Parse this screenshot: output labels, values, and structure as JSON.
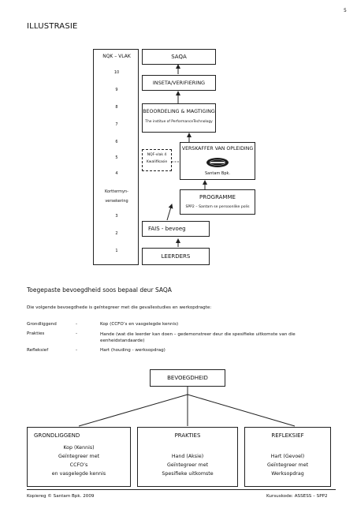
{
  "page": {
    "number": "5",
    "heading": "ILLUSTRASIE",
    "footer_left": "Kopiereg © Santam Bpk. 2009",
    "footer_right": "Kursuskode: ASSESS – SPP2"
  },
  "ladder": {
    "header": "NQK – VLAK",
    "levels": [
      "10",
      "9",
      "8",
      "7",
      "6",
      "5",
      "4"
    ],
    "middle_label_1": "Korttermyn-",
    "middle_label_2": "versekering",
    "levels_low": [
      "3",
      "2",
      "1"
    ]
  },
  "nqf_note": {
    "line1": "NQF-vlak 4",
    "line2": "Kwalifikasie"
  },
  "boxes": {
    "saqa": "SAQA",
    "inseta": "INSETA/VERIFIERING",
    "beoordeling": "BEOORDELING & MAGTIGING",
    "beoordeling_sub": "The institue of PerformanceTechnology",
    "verskaffer": "VERSKAFFER VAN OPLEIDING",
    "verskaffer_sub": "Santam Bpk.",
    "programme": "PROGRAMME",
    "programme_sub": "SPP2 – Santam se persoonlike polis",
    "fais": "FAIS - bevoeg",
    "leerders": "LEERDERS"
  },
  "section": {
    "heading": "Toegepaste bevoegdheid soos bepaal deur SAQA",
    "intro": "Die volgende bevoegdhede is geïntegreer met die gevallestudies en werkopdragte:",
    "rows": [
      {
        "term": "Grondliggend",
        "dash": "-",
        "desc": "Kop (CCFO’s en vasgelegde kennis)"
      },
      {
        "term": "Prakties",
        "dash": "-",
        "desc": "Hande (wat die leerder kan doen – gedemonstreer deur die spesifieke uitkomste van die eenheidstandaarde)"
      },
      {
        "term": "Refleksief",
        "dash": "-",
        "desc": "Hart (houding - werksopdrag)"
      }
    ]
  },
  "competence": {
    "root": "BEVOEGDHEID",
    "cols": [
      {
        "title": "GRONDLIGGEND",
        "lines": [
          "Kop (Kennis)",
          "Geïntegreer met",
          "CCFO’s",
          "en vasgelegde kennis"
        ]
      },
      {
        "title": "PRAKTIES",
        "lines": [
          "Hand (Aksie)",
          "Geïntegreer met",
          "Spesifieke uitkomste"
        ]
      },
      {
        "title": "REFLEKSIEF",
        "lines": [
          "Hart (Gevoel)",
          "Geïntegreer met",
          "Werksopdrag"
        ]
      }
    ]
  }
}
